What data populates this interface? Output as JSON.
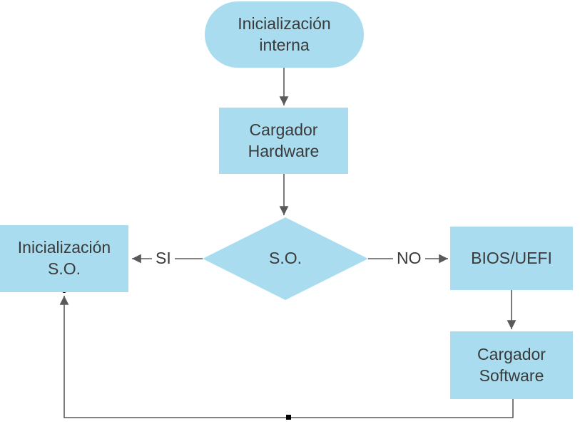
{
  "diagram_type": "flowchart",
  "nodes": {
    "start": {
      "label": "Inicialización\ninterna"
    },
    "cargador_hardware": {
      "label": "Cargador\nHardware"
    },
    "so_decision": {
      "label": "S.O."
    },
    "inicializacion_so": {
      "label": "Inicialización\nS.O."
    },
    "bios_uefi": {
      "label": "BIOS/UEFI"
    },
    "cargador_software": {
      "label": "Cargador\nSoftware"
    }
  },
  "edges": {
    "si_label": "SI",
    "no_label": "NO"
  },
  "colors": {
    "node_fill": "#a9dcee",
    "arrow": "#5a5a5a",
    "text": "#3a3a3a",
    "handle": "#000000"
  }
}
